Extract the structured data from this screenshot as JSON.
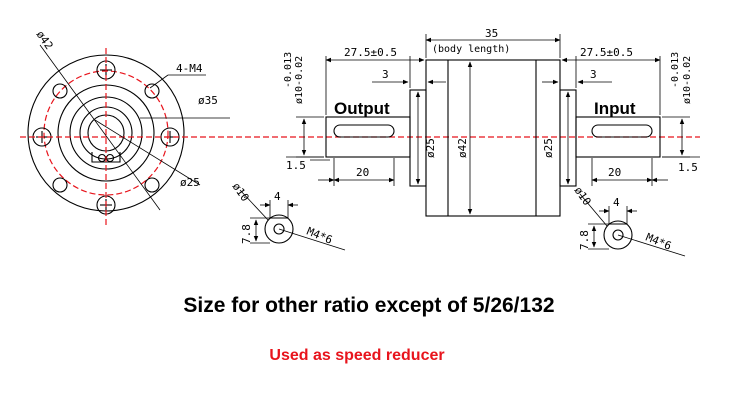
{
  "labels": {
    "output": "Output",
    "input": "Input",
    "body_length_note": "(body length)"
  },
  "dimensions": {
    "flange_outer": "ø42",
    "holes": "4-M4",
    "pitch_circle": "ø35",
    "boss": "ø25",
    "body_length": "35",
    "shaft_left": "27.5±0.5",
    "shaft_right": "27.5±0.5",
    "step_left": "3",
    "step_right": "3",
    "tol_left_upper": "-0.013",
    "tol_left_lower": "ø10-0.02",
    "tol_right_upper": "-0.013",
    "tol_right_lower": "ø10-0.02",
    "hub_left": "ø25",
    "body_dia": "ø42",
    "hub_right": "ø25",
    "key_offset_left": "1.5",
    "key_offset_right": "1.5",
    "key_len_left": "20",
    "key_len_right": "20",
    "sec_dia_left": "ø10",
    "sec_dia_right": "ø10",
    "sec_flat_left": "4",
    "sec_flat_right": "4",
    "sec_h_left": "7.8",
    "sec_h_right": "7.8",
    "sec_thread_left": "M4*6",
    "sec_thread_right": "M4*6"
  },
  "captions": {
    "main": "Size for other ratio except of 5/26/132",
    "sub": "Used as speed reducer"
  },
  "colors": {
    "line": "#000000",
    "centerline": "#e8141c",
    "sub_caption": "#e8141c"
  }
}
